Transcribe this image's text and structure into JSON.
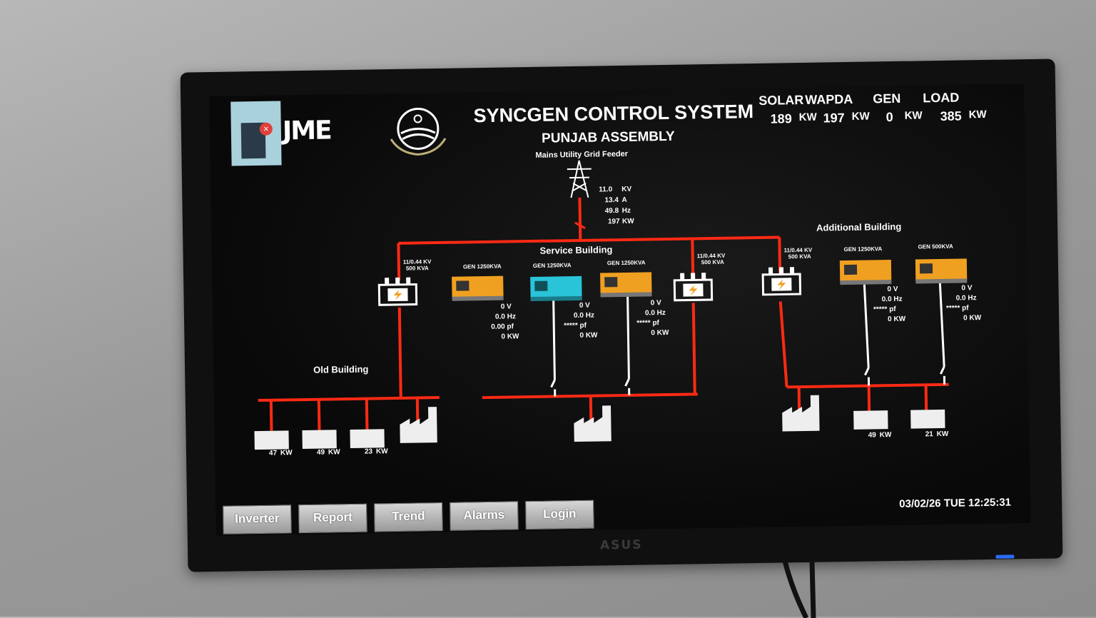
{
  "header": {
    "logo_text": "JME",
    "title": "SYNCGEN CONTROL SYSTEM",
    "subtitle": "PUNJAB ASSEMBLY"
  },
  "summary": {
    "labels": [
      "SOLAR",
      "WAPDA",
      "GEN",
      "LOAD"
    ],
    "values": [
      {
        "value": "189",
        "unit": "KW"
      },
      {
        "value": "197",
        "unit": "KW"
      },
      {
        "value": "0",
        "unit": "KW"
      },
      {
        "value": "385",
        "unit": "KW"
      }
    ]
  },
  "grid": {
    "label": "Mains Utility Grid Feeder",
    "voltage": "11.0",
    "voltage_unit": "KV",
    "current": "13.4",
    "current_unit": "A",
    "frequency": "49.8",
    "frequency_unit": "Hz",
    "power": "197",
    "power_unit": "KW"
  },
  "sections": {
    "service": "Service Building",
    "old": "Old Building",
    "additional": "Additional Building"
  },
  "transformers": {
    "t1": {
      "line1": "11/0.44 KV",
      "line2": "500 KVA"
    },
    "t2": {
      "line1": "11/0.44 KV",
      "line2": "500 KVA"
    },
    "t3": {
      "line1": "11/0.44 KV",
      "line2": "500 KVA"
    }
  },
  "generators": [
    {
      "label": "GEN 1250KVA",
      "v": "0 V",
      "hz": "0.0 Hz",
      "pf": "0.00 pf",
      "kw": "0 KW",
      "color": "#f0a020"
    },
    {
      "label": "GEN 1250KVA",
      "v": "0 V",
      "hz": "0.0 Hz",
      "pf": "***** pf",
      "kw": "0 KW",
      "color": "#29c4d8"
    },
    {
      "label": "GEN 1250KVA",
      "v": "0 V",
      "hz": "0.0 Hz",
      "pf": "***** pf",
      "kw": "0 KW",
      "color": "#f0a020"
    },
    {
      "label": "GEN 1250KVA",
      "v": "0 V",
      "hz": "0.0 Hz",
      "pf": "***** pf",
      "kw": "0 KW",
      "color": "#f0a020"
    },
    {
      "label": "GEN 500KVA",
      "v": "0 V",
      "hz": "0.0 Hz",
      "pf": "***** pf",
      "kw": "0 KW",
      "color": "#f0a020"
    }
  ],
  "inverters": [
    {
      "kw": "47",
      "unit": "KW"
    },
    {
      "kw": "49",
      "unit": "KW"
    },
    {
      "kw": "23",
      "unit": "KW"
    },
    {
      "kw": "49",
      "unit": "KW"
    },
    {
      "kw": "21",
      "unit": "KW"
    }
  ],
  "buttons": [
    "Inverter",
    "Report",
    "Trend",
    "Alarms",
    "Login"
  ],
  "datetime": "03/02/26 TUE 12:25:31",
  "monitor_brand": "ASUS",
  "colors": {
    "bus": "#ff2a14",
    "background": "#0b0b0b",
    "text": "#ffffff",
    "gen_active": "#29c4d8",
    "gen_idle": "#f0a020"
  }
}
